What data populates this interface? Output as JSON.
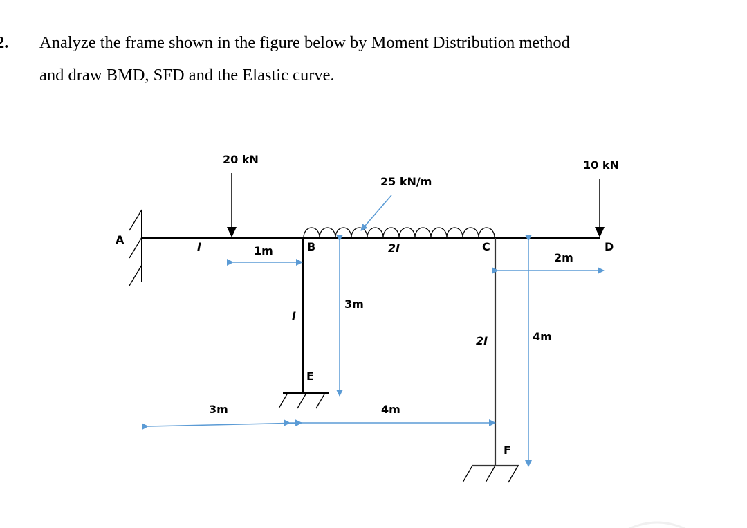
{
  "question": {
    "number": "2.",
    "line1": "Analyze the frame shown in the figure below by Moment Distribution method",
    "line2": "and draw BMD, SFD and the Elastic curve."
  },
  "figure": {
    "nodes": {
      "A": "A",
      "B": "B",
      "C": "C",
      "D": "D",
      "E": "E",
      "F": "F"
    },
    "loads": {
      "point_load_AB": "20 kN",
      "udl_BC": "25 kN/m",
      "point_load_D": "10 kN"
    },
    "stiffness": {
      "AB": "I",
      "BC": "2I",
      "BE": "I",
      "CF": "2I"
    },
    "dimensions": {
      "load_to_B": "1m",
      "AB_length": "3m",
      "BE_height": "3m",
      "BC_length": "4m",
      "CF_height": "4m",
      "CD_length": "2m"
    },
    "colors": {
      "dimension_arrow": "#5b9bd5",
      "member": "#000000"
    }
  }
}
